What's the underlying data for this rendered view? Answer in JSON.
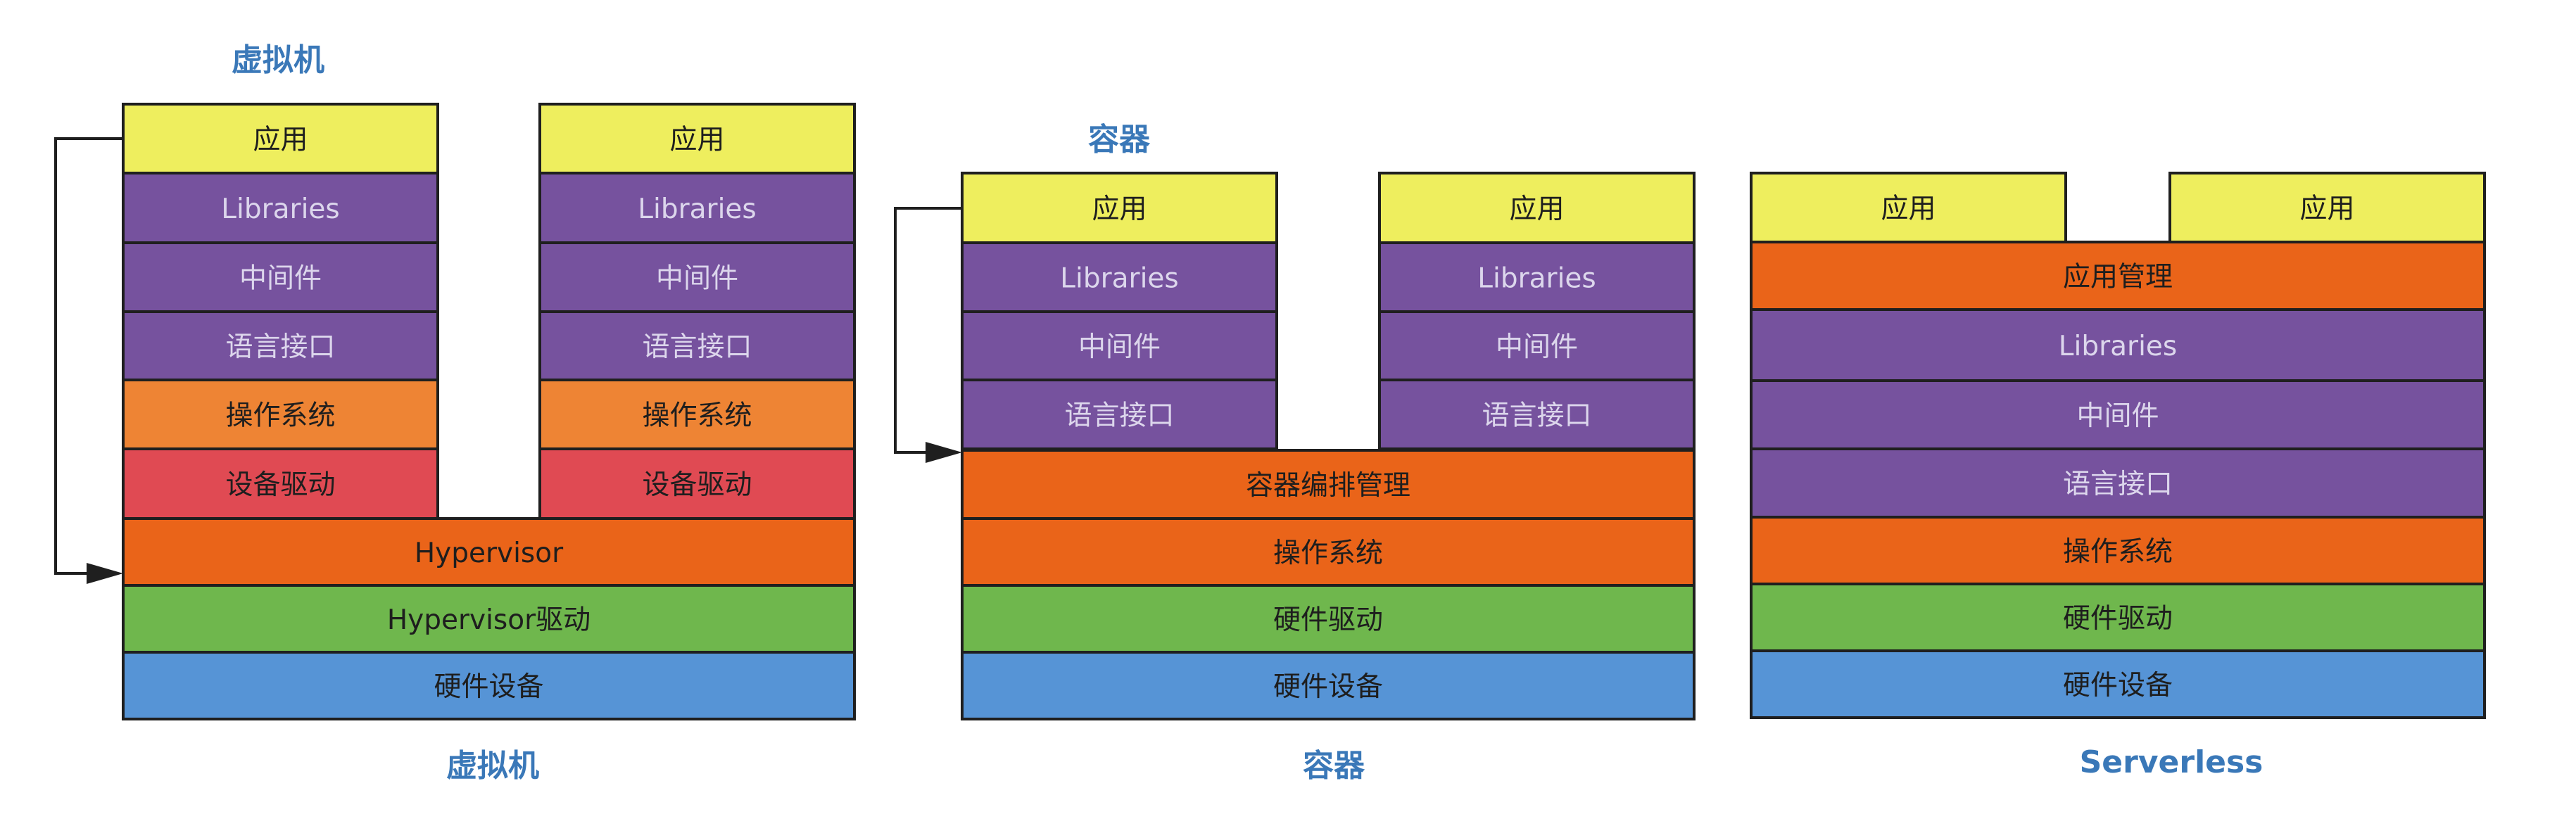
{
  "colors": {
    "app": "#eeee5e",
    "purple": "#76529e",
    "os_orange": "#ee8434",
    "driver_red": "#e04a53",
    "dark_orange": "#ea6419",
    "green": "#6fb74d",
    "blue": "#5694d6",
    "caption": "#3a78b8"
  },
  "captions": {
    "vm_top": "虚拟机",
    "vm_bottom": "虚拟机",
    "container_top": "容器",
    "container_bottom": "容器",
    "serverless_bottom": "Serverless"
  },
  "vm": {
    "app_left": "应用",
    "libraries_left": "Libraries",
    "middleware_left": "中间件",
    "language_left": "语言接口",
    "os_left": "操作系统",
    "device_driver_left": "设备驱动",
    "app_right": "应用",
    "libraries_right": "Libraries",
    "middleware_right": "中间件",
    "language_right": "语言接口",
    "os_right": "操作系统",
    "device_driver_right": "设备驱动",
    "hypervisor": "Hypervisor",
    "hypervisor_driver": "Hypervisor驱动",
    "hardware": "硬件设备"
  },
  "container": {
    "app_left": "应用",
    "libraries_left": "Libraries",
    "middleware_left": "中间件",
    "language_left": "语言接口",
    "app_right": "应用",
    "libraries_right": "Libraries",
    "middleware_right": "中间件",
    "language_right": "语言接口",
    "orchestration": "容器编排管理",
    "os": "操作系统",
    "hardware_driver": "硬件驱动",
    "hardware": "硬件设备"
  },
  "serverless": {
    "app_left": "应用",
    "app_right": "应用",
    "app_management": "应用管理",
    "libraries": "Libraries",
    "middleware": "中间件",
    "language": "语言接口",
    "os": "操作系统",
    "hardware_driver": "硬件驱动",
    "hardware": "硬件设备"
  }
}
